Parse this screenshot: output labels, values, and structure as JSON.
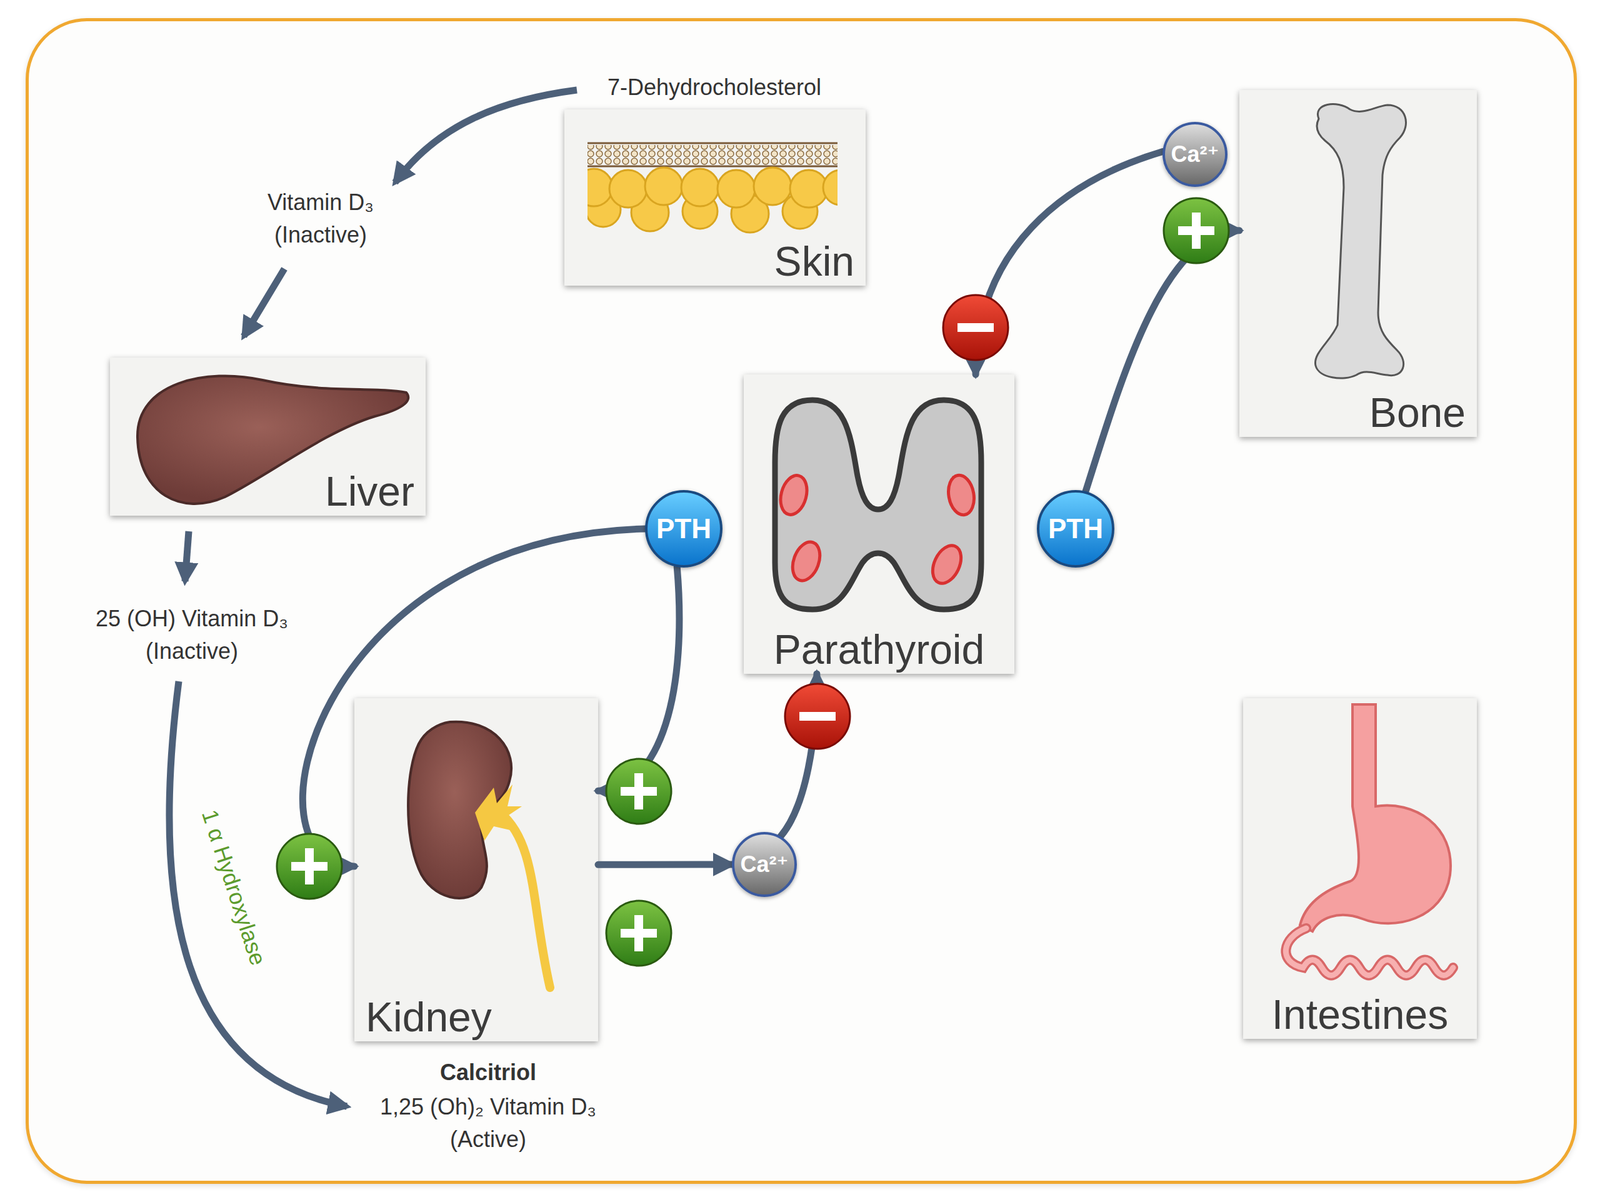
{
  "diagram": {
    "nodes": [
      {
        "text": [
          "Skin"
        ]
      },
      {
        "text": [
          "Ca²⁺"
        ]
      },
      {
        "text": [
          "Bone"
        ]
      },
      {
        "text": [
          "Liver"
        ]
      },
      {
        "text": [
          "Parathyroid"
        ]
      },
      {
        "text": [
          "PTH"
        ]
      },
      {
        "text": [
          "PTH"
        ]
      },
      {
        "text": [
          "Kidney"
        ]
      },
      {
        "text": [
          "Ca²⁺"
        ]
      },
      {
        "text": [
          "Intestines"
        ]
      }
    ],
    "edges": [
      {
        "from": 5,
        "to": 7,
        "arrow": "to"
      },
      {
        "from": 5,
        "to": 7,
        "arrow": "to"
      },
      {
        "from": 6,
        "to": 2,
        "arrow": "to"
      },
      {
        "from": 7,
        "to": 8,
        "arrow": "to"
      },
      {
        "from": 8,
        "to": 4,
        "arrow": "to"
      },
      {
        "from": 1,
        "to": 4,
        "arrow": "to"
      }
    ],
    "labels": [
      "7-Dehydrocholesterol",
      "Vitamin D₃ (Inactive)",
      "25 (OH) Vitamin D₃ (Inactive)",
      "1 α Hydroxylase",
      "Calcitriol",
      "1,25 (Oh)₂ Vitamin D₃ (Active)"
    ]
  }
}
